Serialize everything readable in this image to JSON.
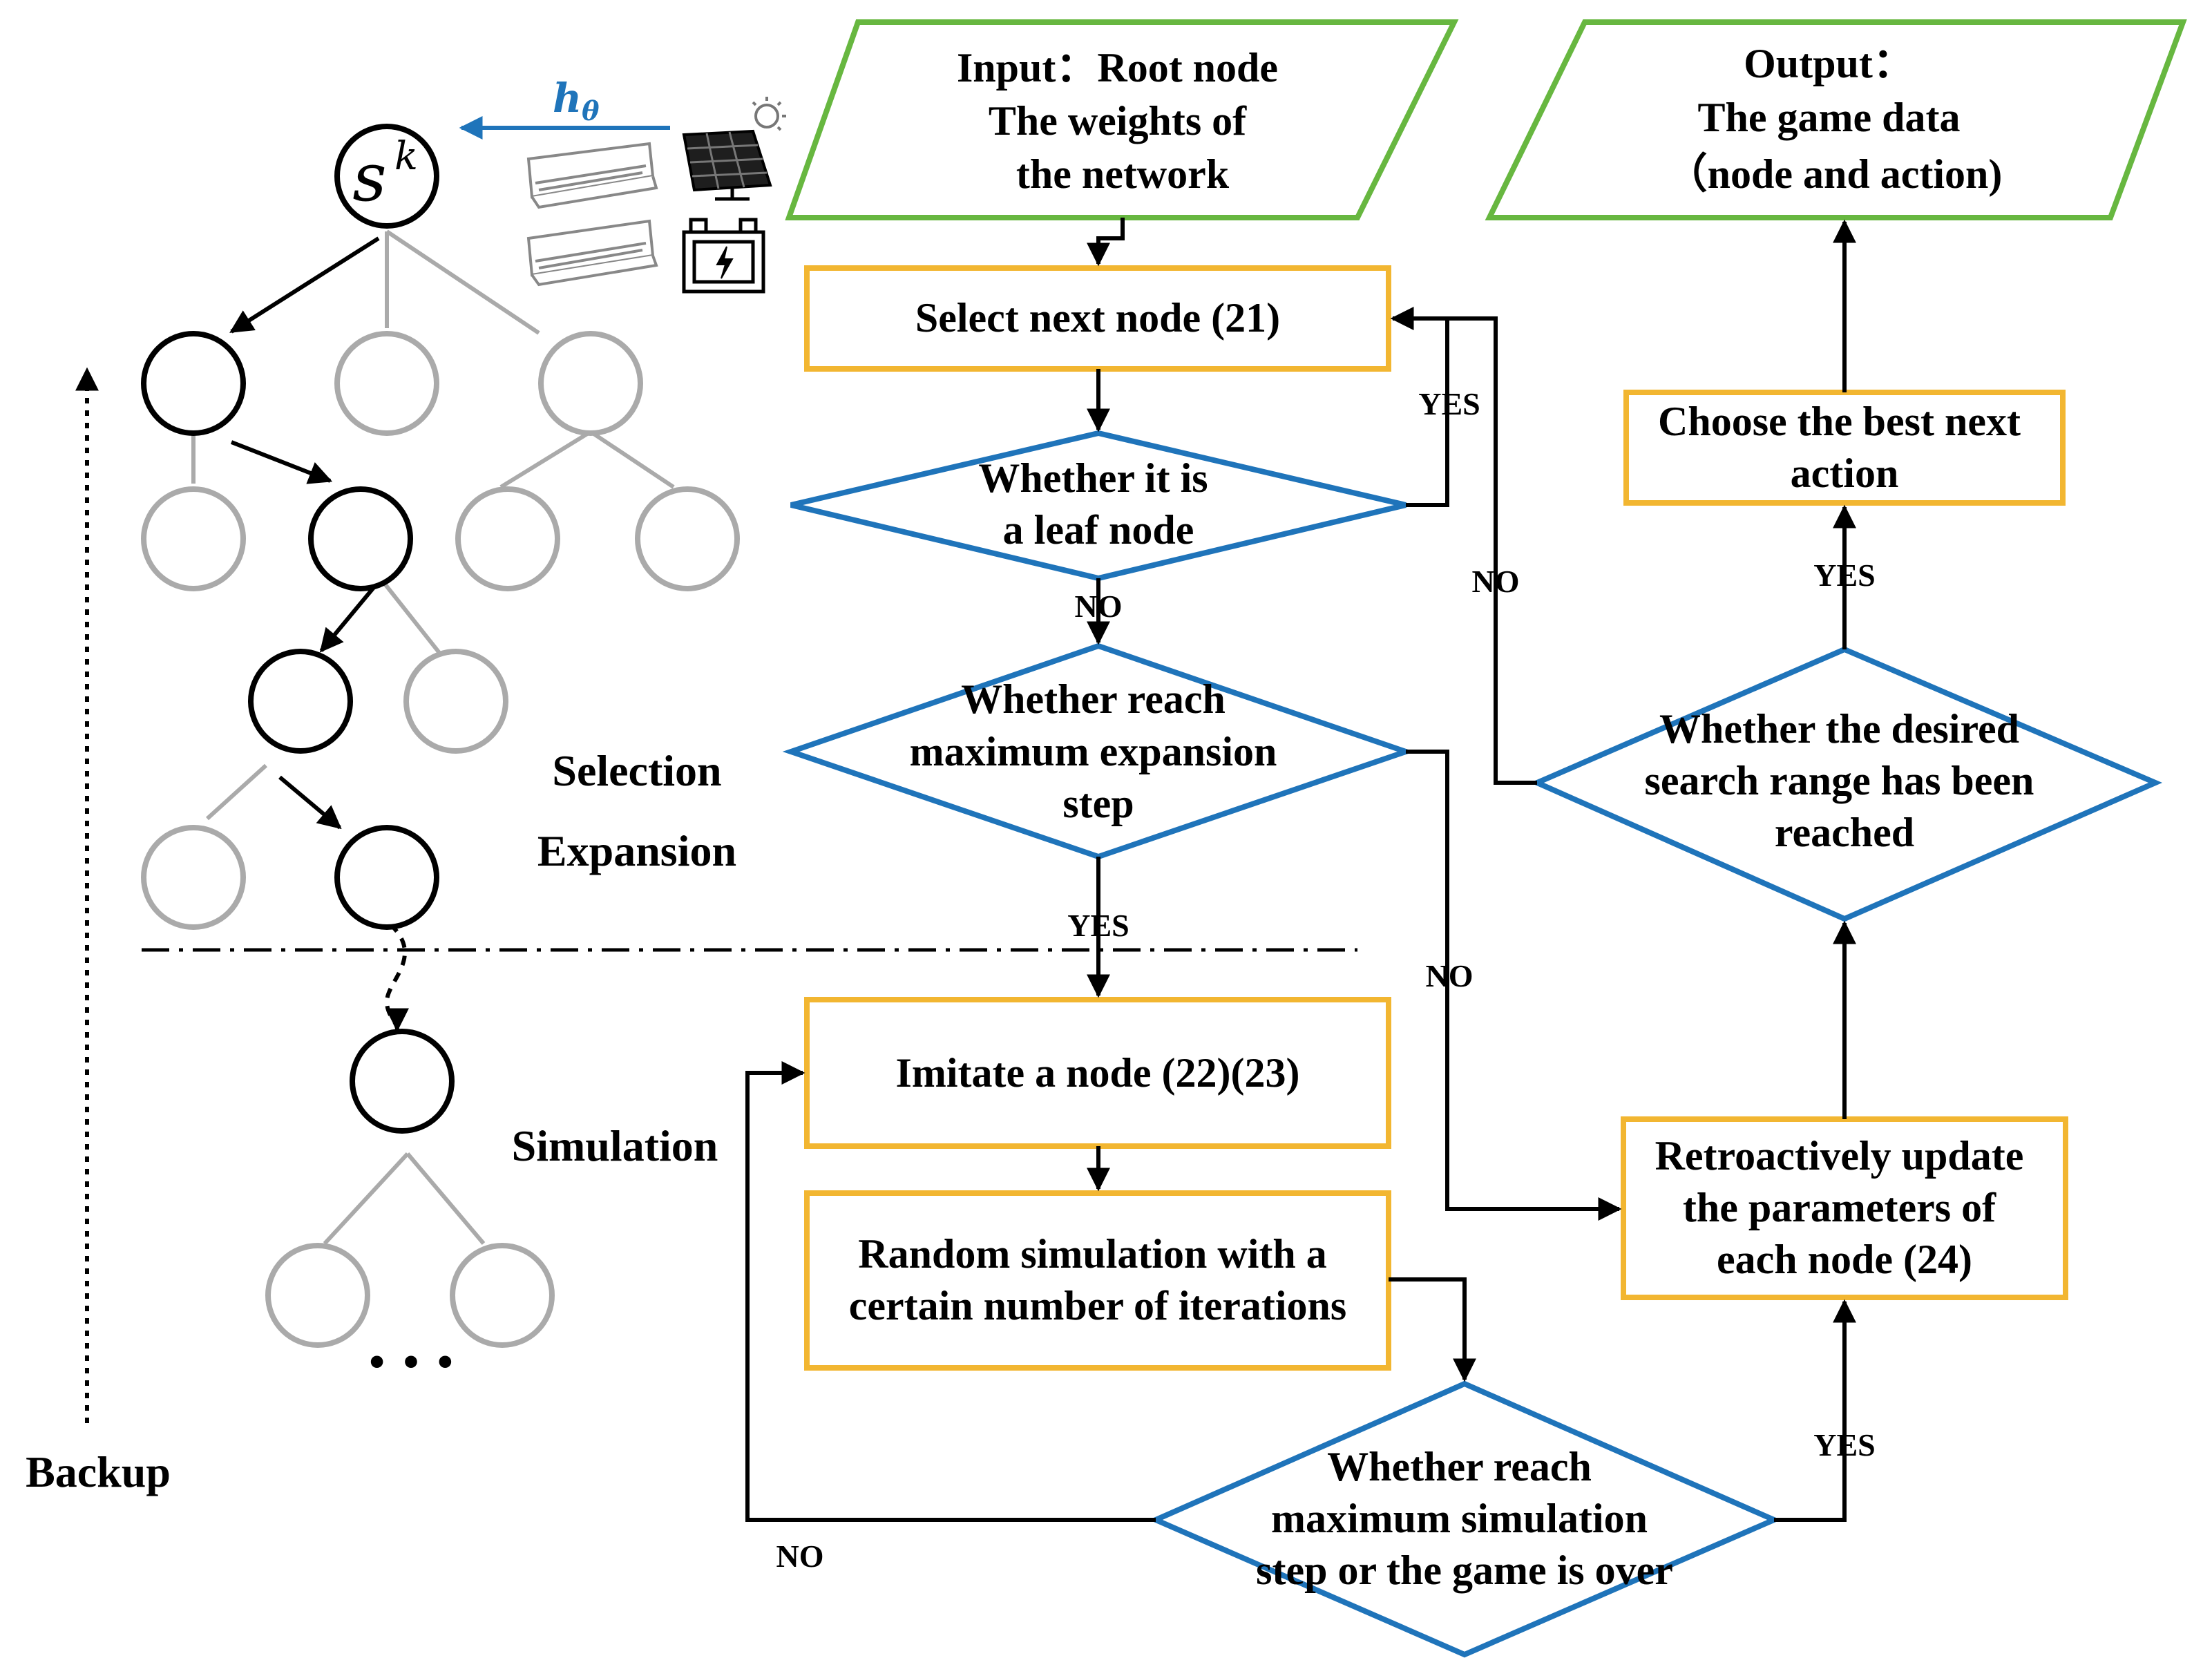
{
  "colors": {
    "process_border": "#F2B631",
    "decision_border": "#1F74BA",
    "io_border": "#67B740",
    "tree_active": "#000000",
    "tree_inactive": "#AAAAAA",
    "h_theta": "#1F74BA"
  },
  "io": {
    "input_lines": [
      "Input：Root node",
      "The weights of",
      "the network"
    ],
    "output_lines": [
      "Output：",
      "The game data",
      "（node and action)"
    ]
  },
  "process": {
    "select_next_node": "Select next node (21)",
    "imitate_node": "Imitate a node (22)(23)",
    "random_sim_lines": [
      "Random simulation with a",
      "certain number of iterations"
    ],
    "retro_update_lines": [
      "Retroactively update",
      "the parameters of",
      "each node (24)"
    ],
    "choose_best_lines": [
      "Choose the best next",
      "action"
    ]
  },
  "decision": {
    "leaf_lines": [
      "Whether it is",
      "a leaf node"
    ],
    "max_expansion_lines": [
      "Whether reach",
      "maximum expansion",
      "step"
    ],
    "max_sim_lines": [
      "Whether reach",
      "maximum simulation",
      "step or the game is over"
    ],
    "search_range_lines": [
      "Whether the desired",
      "search range has been",
      "reached"
    ]
  },
  "edge_labels": {
    "leaf_yes": "YES",
    "leaf_no": "NO",
    "expansion_yes": "YES",
    "expansion_no": "NO",
    "search_no": "NO",
    "search_yes": "YES",
    "sim_yes": "YES",
    "sim_no": "NO"
  },
  "tree": {
    "root_symbol": "s",
    "root_sup": "k",
    "h_theta": "h",
    "h_theta_sub": "θ",
    "ellipsis": "• • •",
    "icons": [
      "air-conditioner-icon",
      "solar-panel-icon",
      "battery-icon"
    ]
  },
  "phases": {
    "selection": "Selection",
    "expansion": "Expansion",
    "simulation": "Simulation",
    "backup": "Backup"
  }
}
